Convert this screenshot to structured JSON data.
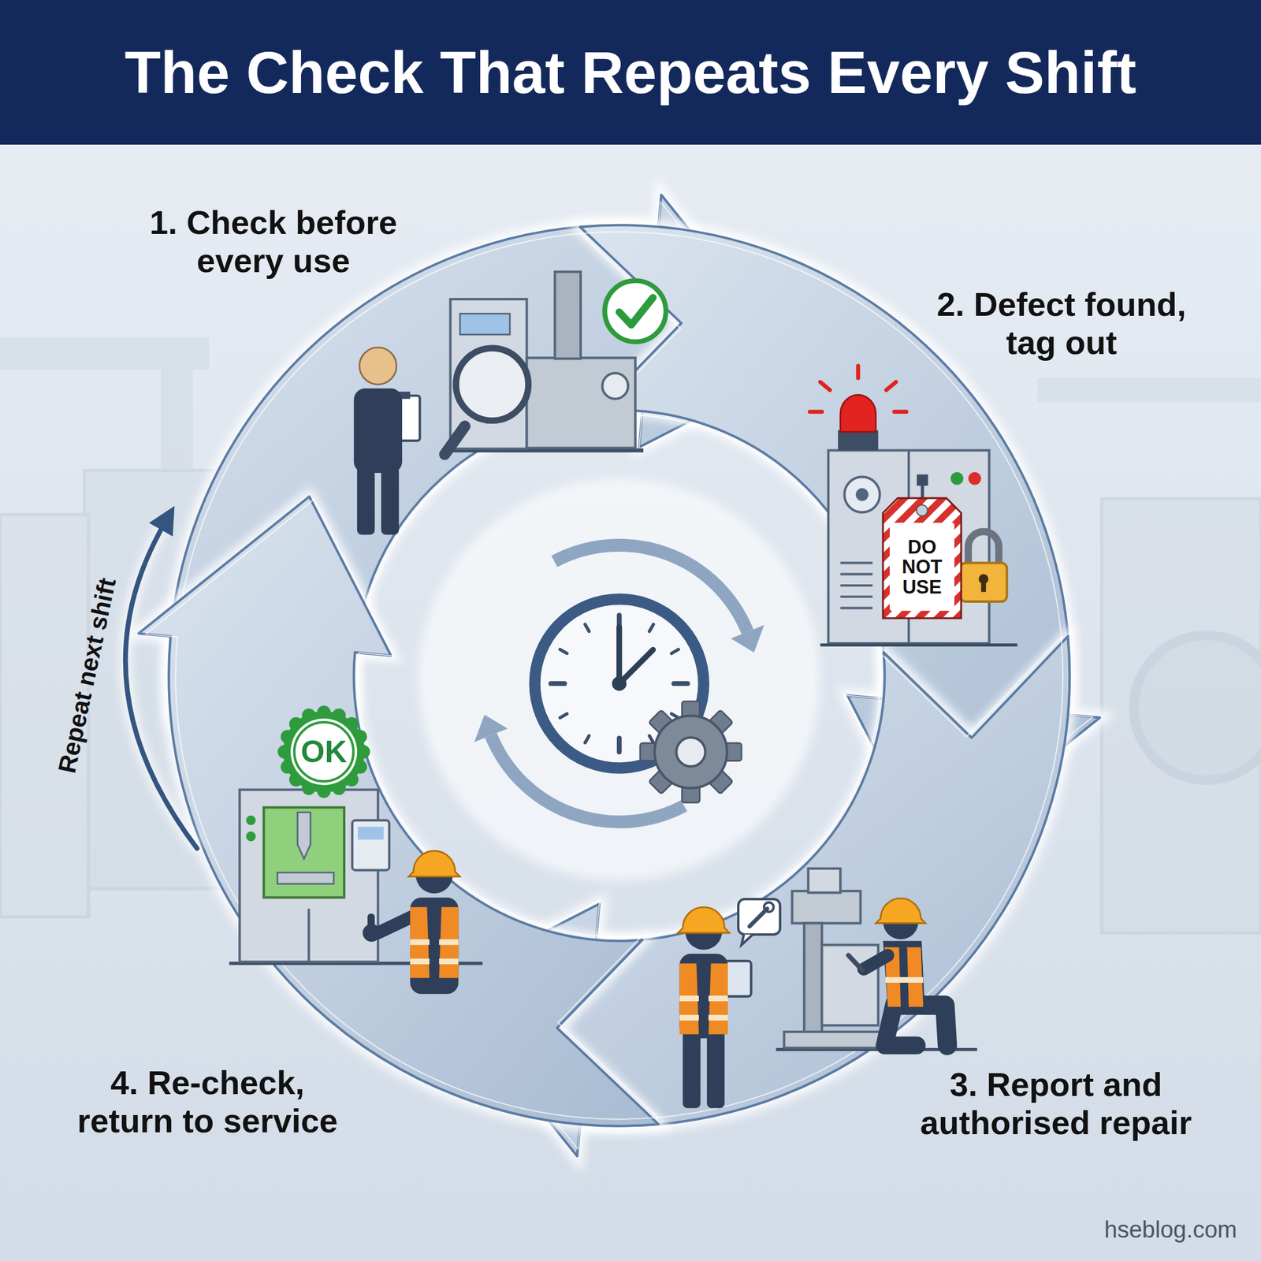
{
  "diagram": {
    "title": "The Check That Repeats Every Shift",
    "nodes": [
      {
        "text": [
          "DO NOT USE"
        ]
      },
      {
        "text": [
          "OK"
        ]
      }
    ],
    "labels": [
      "1. Check before every use",
      "2. Defect found, tag out",
      "3. Report and authorised repair",
      "4. Re-check, return to service",
      "Repeat next shift",
      "hseblog.com"
    ]
  }
}
